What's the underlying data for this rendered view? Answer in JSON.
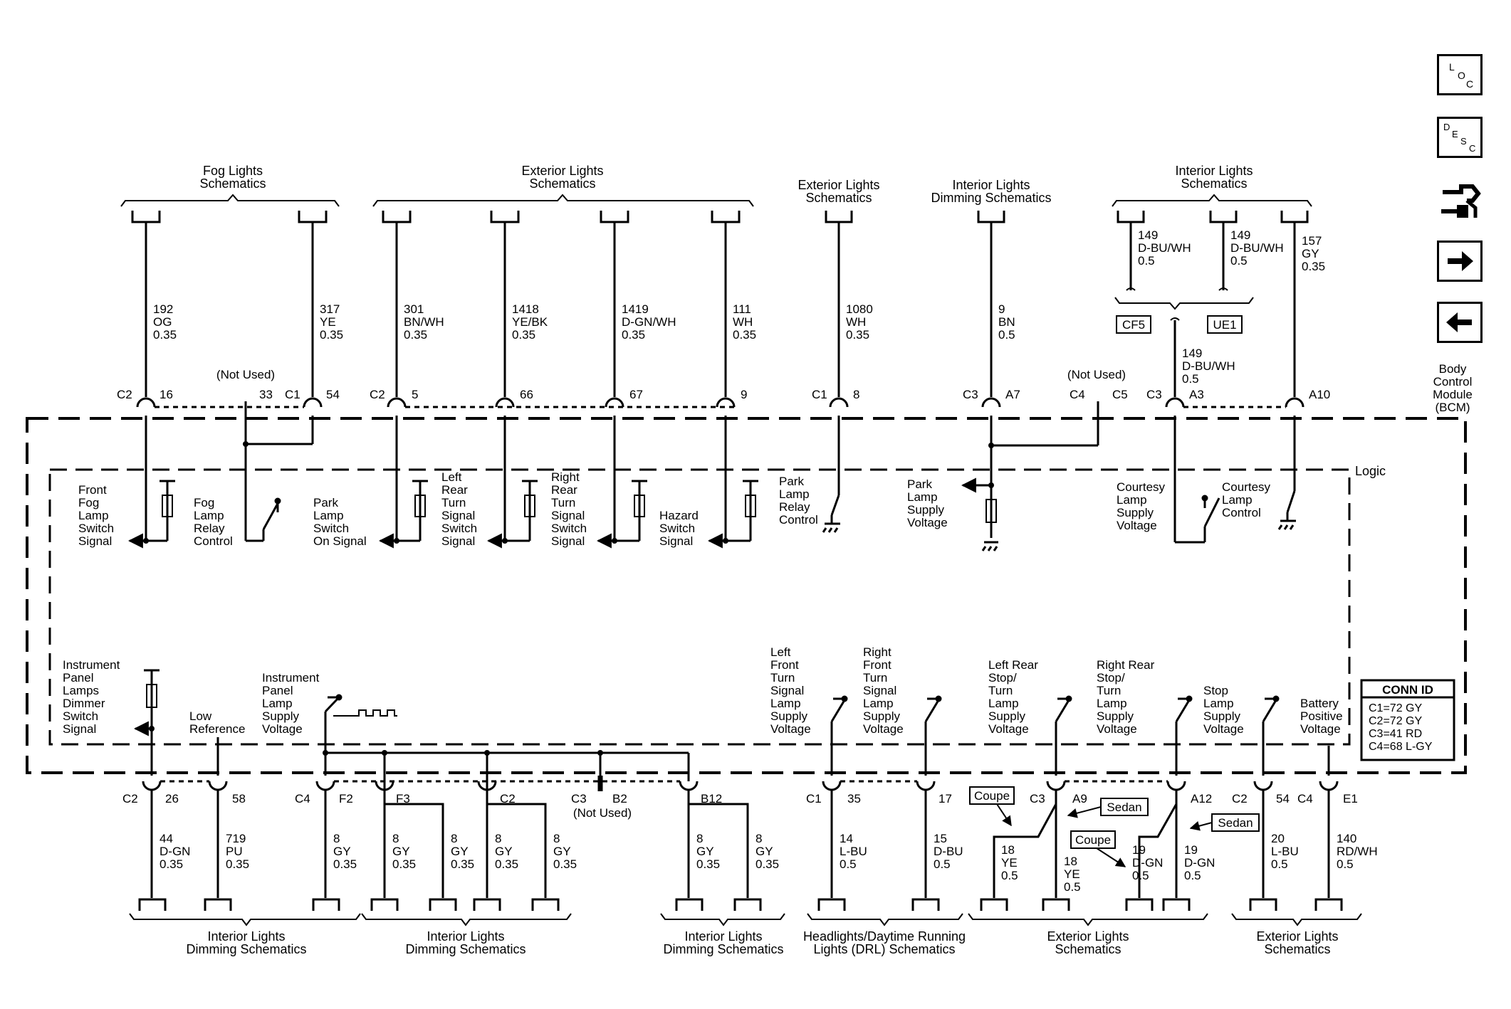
{
  "module": {
    "line1": "Body",
    "line2": "Control",
    "line3": "Module",
    "line4": "(BCM)",
    "logic_label": "Logic"
  },
  "top_groups": [
    {
      "l1": "Fog Lights",
      "l2": "Schematics"
    },
    {
      "l1": "Exterior Lights",
      "l2": "Schematics"
    },
    {
      "l1": "Exterior Lights",
      "l2": "Schematics"
    },
    {
      "l1": "Interior Lights",
      "l2": "Dimming Schematics"
    },
    {
      "l1": "Interior Lights",
      "l2": "Schematics"
    }
  ],
  "bottom_groups": [
    {
      "l1": "Interior Lights",
      "l2": "Dimming Schematics"
    },
    {
      "l1": "Interior Lights",
      "l2": "Dimming Schematics"
    },
    {
      "l1": "Interior Lights",
      "l2": "Dimming Schematics"
    },
    {
      "l1": "Headlights/Daytime Running",
      "l2": "Lights (DRL) Schematics"
    },
    {
      "l1": "Exterior Lights",
      "l2": "Schematics"
    },
    {
      "l1": "Exterior Lights",
      "l2": "Schematics"
    }
  ],
  "top_wires": [
    {
      "circuit": "192",
      "color": "OG",
      "size": "0.35"
    },
    {
      "circuit": "317",
      "color": "YE",
      "size": "0.35"
    },
    {
      "circuit": "301",
      "color": "BN/WH",
      "size": "0.35"
    },
    {
      "circuit": "1418",
      "color": "YE/BK",
      "size": "0.35"
    },
    {
      "circuit": "1419",
      "color": "D-GN/WH",
      "size": "0.35"
    },
    {
      "circuit": "111",
      "color": "WH",
      "size": "0.35"
    },
    {
      "circuit": "1080",
      "color": "WH",
      "size": "0.35"
    },
    {
      "circuit": "9",
      "color": "BN",
      "size": "0.5"
    },
    {
      "circuit": "149",
      "color": "D-BU/WH",
      "size": "0.5"
    },
    {
      "circuit": "149",
      "color": "D-BU/WH",
      "size": "0.5"
    },
    {
      "circuit": "157",
      "color": "GY",
      "size": "0.35"
    },
    {
      "circuit": "149",
      "color": "D-BU/WH",
      "size": "0.5"
    }
  ],
  "top_pins": {
    "c2a": "C2",
    "p16": "16",
    "p33": "33",
    "c1a": "C1",
    "p54": "54",
    "c2b": "C2",
    "p5": "5",
    "p66": "66",
    "p67": "67",
    "p9": "9",
    "c1b": "C1",
    "p8": "8",
    "c3a": "C3",
    "pA7": "A7",
    "c4": "C4",
    "pC5": "C5",
    "c3b": "C3",
    "pA3": "A3",
    "pA10": "A10"
  },
  "not_used": "(Not Used)",
  "options": {
    "cf5": "CF5",
    "ue1": "UE1",
    "coupe": "Coupe",
    "sedan": "Sedan"
  },
  "upper_labels": {
    "front_fog": [
      "Front",
      "Fog",
      "Lamp",
      "Switch",
      "Signal"
    ],
    "fog_relay": [
      "Fog",
      "Lamp",
      "Relay",
      "Control"
    ],
    "park_switch": [
      "Park",
      "Lamp",
      "Switch",
      "On Signal"
    ],
    "left_rear_turn": [
      "Left",
      "Rear",
      "Turn",
      "Signal",
      "Switch",
      "Signal"
    ],
    "right_rear_turn": [
      "Right",
      "Rear",
      "Turn",
      "Signal",
      "Switch",
      "Signal"
    ],
    "hazard": [
      "Hazard",
      "Switch",
      "Signal"
    ],
    "park_relay_ctrl": [
      "Park",
      "Lamp",
      "Relay",
      "Control"
    ],
    "park_supply": [
      "Park",
      "Lamp",
      "Supply",
      "Voltage"
    ],
    "courtesy_supply": [
      "Courtesy",
      "Lamp",
      "Supply",
      "Voltage"
    ],
    "courtesy_ctrl": [
      "Courtesy",
      "Lamp",
      "Control"
    ]
  },
  "lower_labels": {
    "ip_dimmer": [
      "Instrument",
      "Panel",
      "Lamps",
      "Dimmer",
      "Switch",
      "Signal"
    ],
    "low_ref": [
      "Low",
      "Reference"
    ],
    "ip_supply": [
      "Instrument",
      "Panel",
      "Lamp",
      "Supply",
      "Voltage"
    ],
    "lf_turn": [
      "Left",
      "Front",
      "Turn",
      "Signal",
      "Lamp",
      "Supply",
      "Voltage"
    ],
    "rf_turn": [
      "Right",
      "Front",
      "Turn",
      "Signal",
      "Lamp",
      "Supply",
      "Voltage"
    ],
    "lr_stop": [
      "Left Rear",
      "Stop/",
      "Turn",
      "Lamp",
      "Supply",
      "Voltage"
    ],
    "rr_stop": [
      "Right Rear",
      "Stop/",
      "Turn",
      "Lamp",
      "Supply",
      "Voltage"
    ],
    "stop_supply": [
      "Stop",
      "Lamp",
      "Supply",
      "Voltage"
    ],
    "battery": [
      "Battery",
      "Positive",
      "Voltage"
    ]
  },
  "bottom_pins": {
    "c2a": "C2",
    "p26": "26",
    "p58": "58",
    "c4a": "C4",
    "pF2": "F2",
    "pF3": "F3",
    "c2b": "C2",
    "c3": "C3",
    "pB2": "B2",
    "pB12": "B12",
    "c1": "C1",
    "p35": "35",
    "p17": "17",
    "c3b": "C3",
    "pA9": "A9",
    "pA12": "A12",
    "c2c": "C2",
    "p54": "54",
    "c4b": "C4",
    "pE1": "E1"
  },
  "bottom_wires": [
    {
      "circuit": "44",
      "color": "D-GN",
      "size": "0.35"
    },
    {
      "circuit": "719",
      "color": "PU",
      "size": "0.35"
    },
    {
      "circuit": "8",
      "color": "GY",
      "size": "0.35"
    },
    {
      "circuit": "8",
      "color": "GY",
      "size": "0.35"
    },
    {
      "circuit": "8",
      "color": "GY",
      "size": "0.35"
    },
    {
      "circuit": "8",
      "color": "GY",
      "size": "0.35"
    },
    {
      "circuit": "8",
      "color": "GY",
      "size": "0.35"
    },
    {
      "circuit": "8",
      "color": "GY",
      "size": "0.35"
    },
    {
      "circuit": "8",
      "color": "GY",
      "size": "0.35"
    },
    {
      "circuit": "14",
      "color": "L-BU",
      "size": "0.5"
    },
    {
      "circuit": "15",
      "color": "D-BU",
      "size": "0.5"
    },
    {
      "circuit": "18",
      "color": "YE",
      "size": "0.5"
    },
    {
      "circuit": "18",
      "color": "YE",
      "size": "0.5"
    },
    {
      "circuit": "19",
      "color": "D-GN",
      "size": "0.5"
    },
    {
      "circuit": "19",
      "color": "D-GN",
      "size": "0.5"
    },
    {
      "circuit": "20",
      "color": "L-BU",
      "size": "0.5"
    },
    {
      "circuit": "140",
      "color": "RD/WH",
      "size": "0.5"
    }
  ],
  "conn_id": {
    "title": "CONN ID",
    "c1": "C1=72 GY",
    "c2": "C2=72 GY",
    "c3": "C3=41 RD",
    "c4": "C4=68 L-GY"
  },
  "sidebar": {
    "loc": "LOC",
    "desc": "DESC",
    "connector": "connector-icon",
    "next": "arrow-right-icon",
    "back": "arrow-left-icon"
  }
}
